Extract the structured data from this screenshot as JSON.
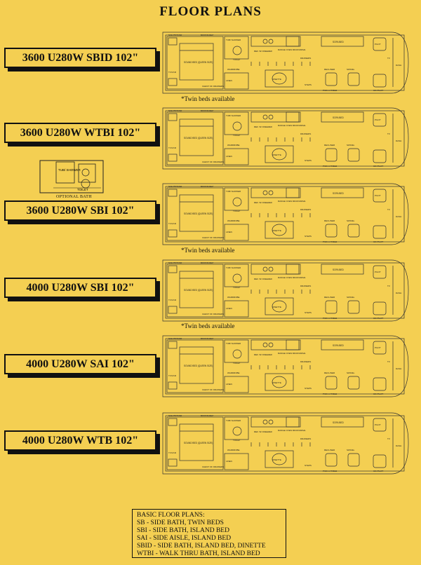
{
  "page": {
    "title": "FLOOR PLANS"
  },
  "models": [
    {
      "label": "3600 U280W SBID 102\"",
      "note": "*Twin beds available"
    },
    {
      "label": "3600 U280W WTBI 102\"",
      "note": ""
    },
    {
      "label": "3600 U280W SBI 102\"",
      "note": "*Twin beds available"
    },
    {
      "label": "4000 U280W SBI 102\"",
      "note": "*Twin beds available"
    },
    {
      "label": "4000 U280W SAI 102\"",
      "note": ""
    },
    {
      "label": "4000 U280W WTB 102\"",
      "note": ""
    }
  ],
  "optional_bath": {
    "caption": "OPTIONAL BATH",
    "labels": [
      "TUB/ SHOWER",
      "TOILET"
    ]
  },
  "plan_labels": {
    "nightstand": "NIGHTSTAND",
    "bookshelf": "BOOKSHELF",
    "bed": "SOUND BED (QUEEN SIZE)",
    "tub_shower": "TUB/ SHOWER",
    "toilet": "TOILET",
    "linen": "LINEN",
    "ref": "REF. W/ FREEZER",
    "range": "RANGE OVEN MICROWAVE",
    "sofa_bed": "SOFA BED",
    "pilot": "PILOT",
    "tv": "TV",
    "dash": "DASH",
    "copilot": "CO-PILOT",
    "dinette": "DINETTE",
    "recliner": "RECLINER",
    "swivel": "SWIVEL",
    "steps": "STEPS",
    "pick_a_table": "PICK-A-TABLE",
    "wardrobe": "WARDROBE",
    "tv_vcr": "TV/VCR",
    "drawers": "DRAWERS",
    "chest": "CHEST OF DRAWERS"
  },
  "legend": {
    "heading": "BASIC FLOOR PLANS:",
    "items": [
      "SB - SIDE BATH, TWIN BEDS",
      "SBI - SIDE BATH, ISLAND BED",
      "SAI - SIDE AISLE, ISLAND BED",
      "SBID - SIDE BATH, ISLAND BED, DINETTE",
      "WTBI - WALK THRU BATH, ISLAND BED"
    ]
  }
}
